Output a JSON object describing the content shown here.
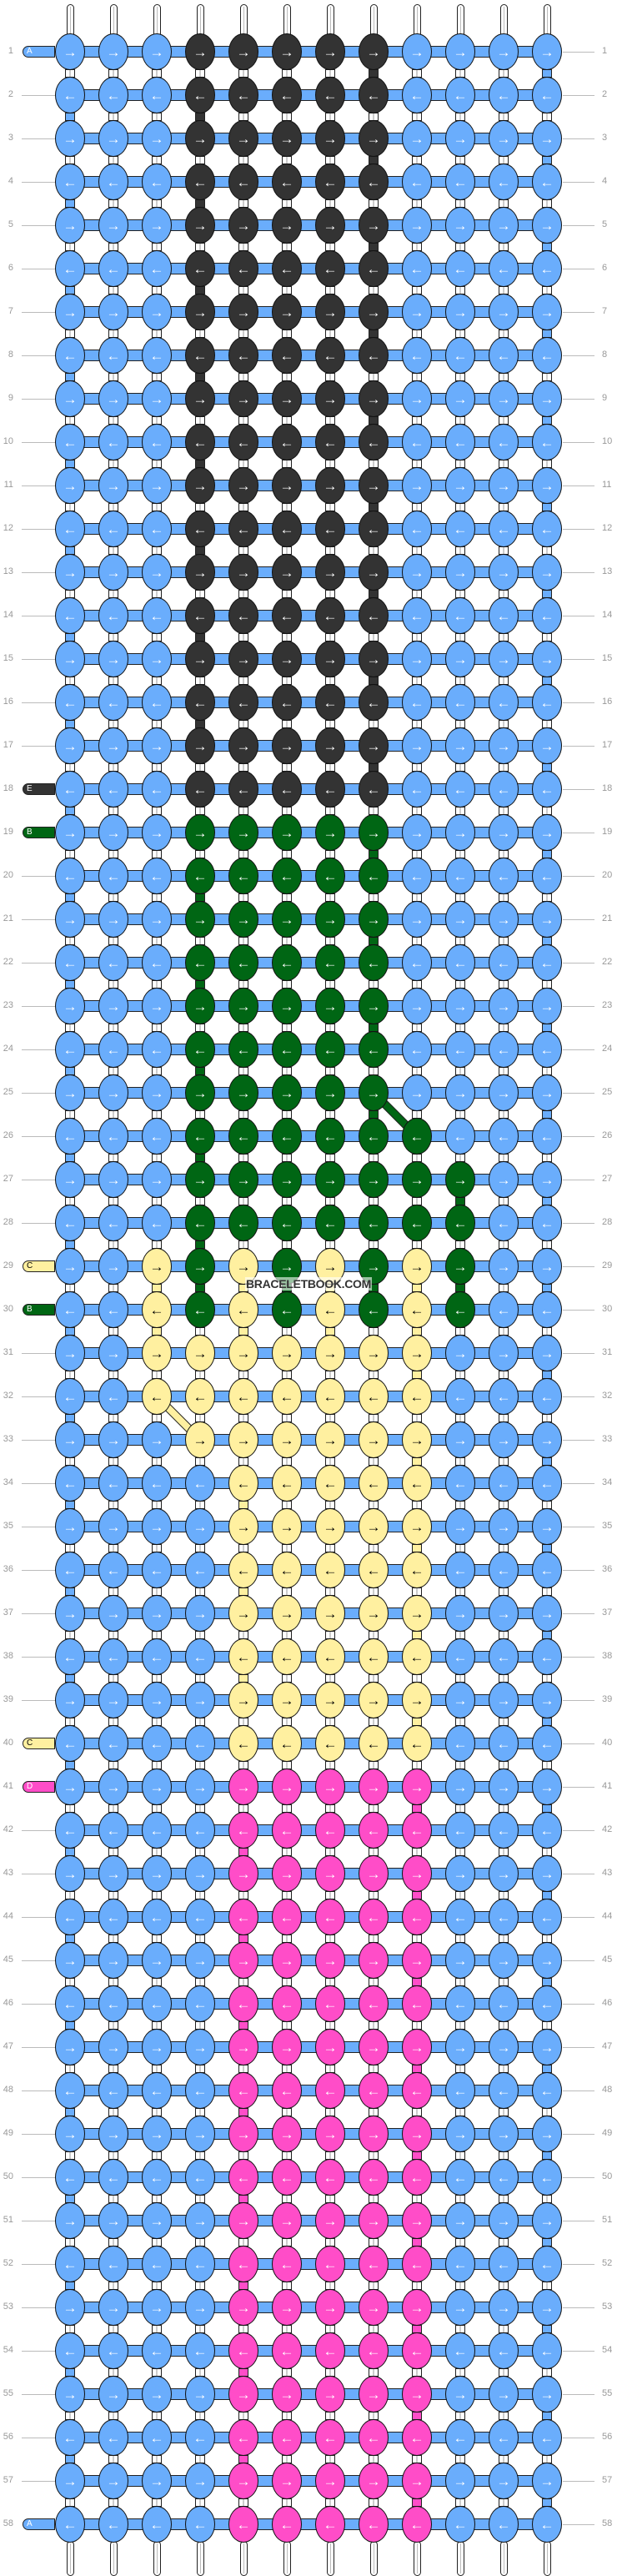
{
  "watermark": "BRACELETBOOK.COM",
  "colors": {
    "A": "#6aadfc",
    "B": "#006614",
    "C": "#fff0a0",
    "D": "#ff4dc8",
    "E": "#333333"
  },
  "arrow_colors": {
    "A": "#ffffff",
    "B": "#ffffff",
    "C": "#000000",
    "D": "#ffffff",
    "E": "#ffffff"
  },
  "arrows": {
    "right": "→",
    "left": "←"
  },
  "grid": {
    "columns": 12,
    "rows": 58
  },
  "string_entries": [
    {
      "row": 1,
      "letter": "A"
    },
    {
      "row": 18,
      "letter": "E"
    },
    {
      "row": 19,
      "letter": "B"
    },
    {
      "row": 29,
      "letter": "C"
    },
    {
      "row": 30,
      "letter": "B"
    },
    {
      "row": 40,
      "letter": "C"
    },
    {
      "row": 41,
      "letter": "D"
    },
    {
      "row": 58,
      "letter": "A"
    }
  ],
  "rows": [
    "AAAEEEEEAAAA",
    "AAAEEEEEAAAA",
    "AAAEEEEEAAAA",
    "AAAEEEEEAAAA",
    "AAAEEEEEAAAA",
    "AAAEEEEEAAAA",
    "AAAEEEEEAAAA",
    "AAAEEEEEAAAA",
    "AAAEEEEEAAAA",
    "AAAEEEEEAAAA",
    "AAAEEEEEAAAA",
    "AAAEEEEEAAAA",
    "AAAEEEEEAAAA",
    "AAAEEEEEAAAA",
    "AAAEEEEEAAAA",
    "AAAEEEEEAAAA",
    "AAAEEEEEAAAA",
    "AAAEEEEEAAAA",
    "AAABBBBBAAAA",
    "AAABBBBBAAAA",
    "AAABBBBBAAAA",
    "AAABBBBBAAAA",
    "AAABBBBBAAAA",
    "AAABBBBBAAAA",
    "AAABBBBBAAAA",
    "AAABBBBBBAAA",
    "AAABBBBBBBAA",
    "AAABBBBBBBAA",
    "AACBCBCBCBAA",
    "AACBCBCBCBAA",
    "AACCCCCCCAAA",
    "AACCCCCCCAAA",
    "AAACCCCCCAAA",
    "AAAACCCCCAAA",
    "AAAACCCCCAAA",
    "AAAACCCCCAAA",
    "AAAACCCCCAAA",
    "AAAACCCCCAAA",
    "AAAACCCCCAAA",
    "AAAACCCCCAAA",
    "AAAADDDDDAAA",
    "AAAADDDDDAAA",
    "AAAADDDDDAAA",
    "AAAADDDDDAAA",
    "AAAADDDDDAAA",
    "AAAADDDDDAAA",
    "AAAADDDDDAAA",
    "AAAADDDDDAAA",
    "AAAADDDDDAAA",
    "AAAADDDDDAAA",
    "AAAADDDDDAAA",
    "AAAADDDDDAAA",
    "AAAADDDDDAAA",
    "AAAADDDDDAAA",
    "AAAADDDDDAAA",
    "AAAADDDDDAAA",
    "AAAADDDDDAAA",
    "AAAADDDDDAAA"
  ],
  "directions": "odd rows point right, even rows point left",
  "diagonal_links": [
    {
      "from_row": 25,
      "from_col": 8,
      "to_row": 26,
      "to_col": 9,
      "color": "B"
    },
    {
      "from_row": 32,
      "from_col": 3,
      "to_row": 33,
      "to_col": 4,
      "color": "C"
    }
  ]
}
